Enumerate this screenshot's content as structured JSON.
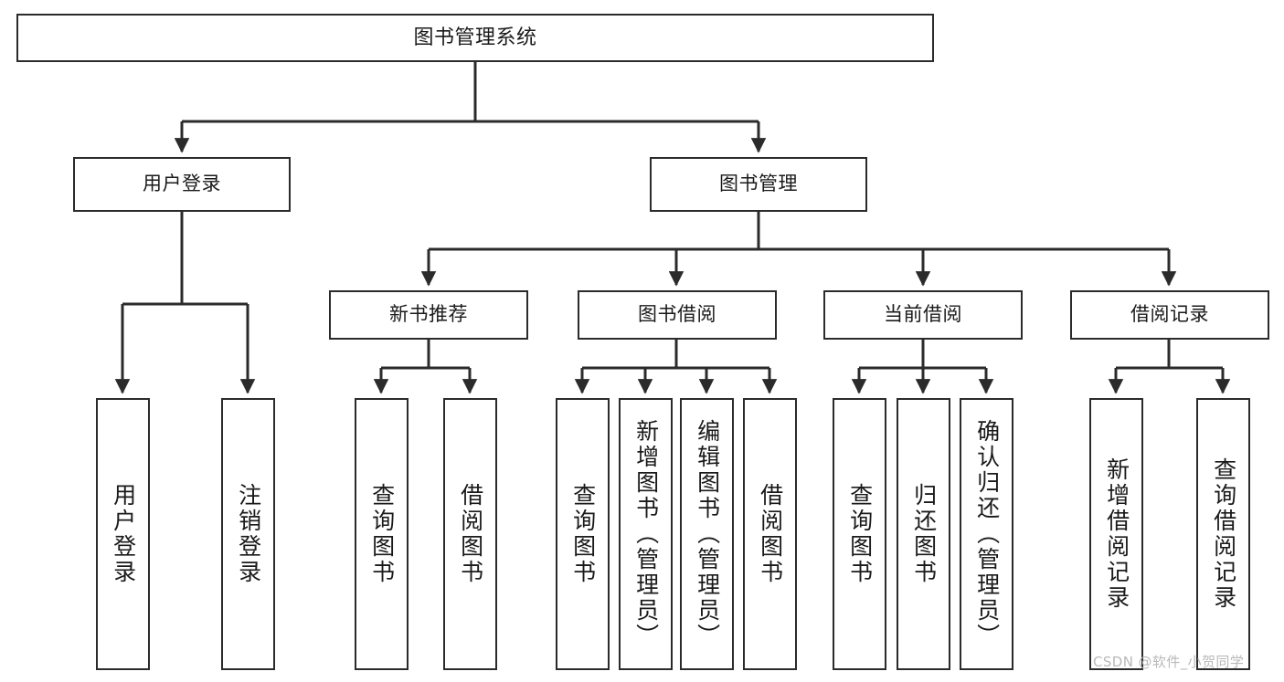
{
  "diagram": {
    "title": "图书管理系统",
    "type": "tree-hierarchy",
    "orientation": "top-down",
    "line_color": "#2b2b2b",
    "box_fill": "#ffffff",
    "text_color": "#1a1a1a",
    "nodes": {
      "root": {
        "label": "图书管理系统"
      },
      "level2": [
        {
          "label": "用户登录"
        },
        {
          "label": "图书管理"
        }
      ],
      "level3": [
        {
          "label": "新书推荐"
        },
        {
          "label": "图书借阅"
        },
        {
          "label": "当前借阅"
        },
        {
          "label": "借阅记录"
        }
      ],
      "leaves_user_login": [
        {
          "label": "用户登录"
        },
        {
          "label": "注销登录"
        }
      ],
      "leaves_new_book": [
        {
          "label": "查询图书"
        },
        {
          "label": "借阅图书"
        }
      ],
      "leaves_borrow": [
        {
          "label": "查询图书"
        },
        {
          "label": "新增图书（管理员）"
        },
        {
          "label": "编辑图书（管理员）"
        },
        {
          "label": "借阅图书"
        }
      ],
      "leaves_current": [
        {
          "label": "查询图书"
        },
        {
          "label": "归还图书"
        },
        {
          "label": "确认归还（管理员）"
        }
      ],
      "leaves_records": [
        {
          "label": "新增借阅记录"
        },
        {
          "label": "查询借阅记录"
        }
      ]
    }
  },
  "watermark": {
    "text": "CSDN @软件_小贺同学",
    "color": "#b9b9b9"
  }
}
